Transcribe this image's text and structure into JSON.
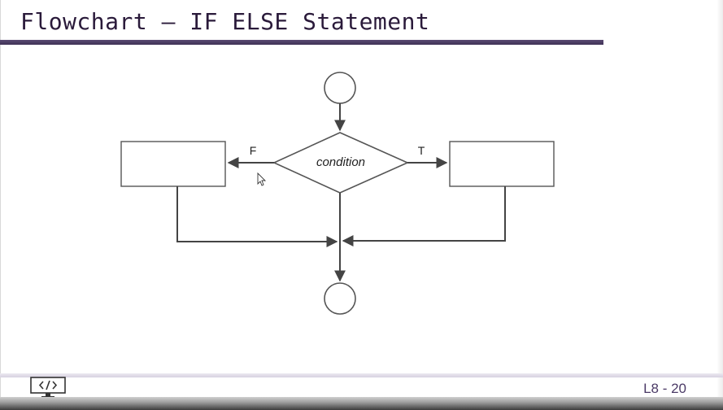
{
  "slide": {
    "title": "Flowchart – IF ELSE Statement",
    "page_number": "L8 - 20"
  },
  "flowchart": {
    "decision_label": "condition",
    "false_branch_label": "F",
    "true_branch_label": "T",
    "nodes": [
      {
        "id": "start",
        "shape": "circle",
        "label": ""
      },
      {
        "id": "decision",
        "shape": "diamond",
        "label": "condition"
      },
      {
        "id": "false-process",
        "shape": "rectangle",
        "label": ""
      },
      {
        "id": "true-process",
        "shape": "rectangle",
        "label": ""
      },
      {
        "id": "end",
        "shape": "circle",
        "label": ""
      }
    ],
    "edges": [
      {
        "from": "start",
        "to": "decision",
        "label": ""
      },
      {
        "from": "decision",
        "to": "false-process",
        "label": "F"
      },
      {
        "from": "decision",
        "to": "true-process",
        "label": "T"
      },
      {
        "from": "false-process",
        "to": "end",
        "label": ""
      },
      {
        "from": "true-process",
        "to": "end",
        "label": ""
      },
      {
        "from": "decision",
        "to": "end",
        "label": ""
      }
    ]
  },
  "footer": {
    "icon": "code-icon"
  },
  "colors": {
    "title_text": "#2a1a3a",
    "title_rule": "#4b3c63",
    "stroke": "#555555",
    "page_number": "#4b3a66"
  }
}
